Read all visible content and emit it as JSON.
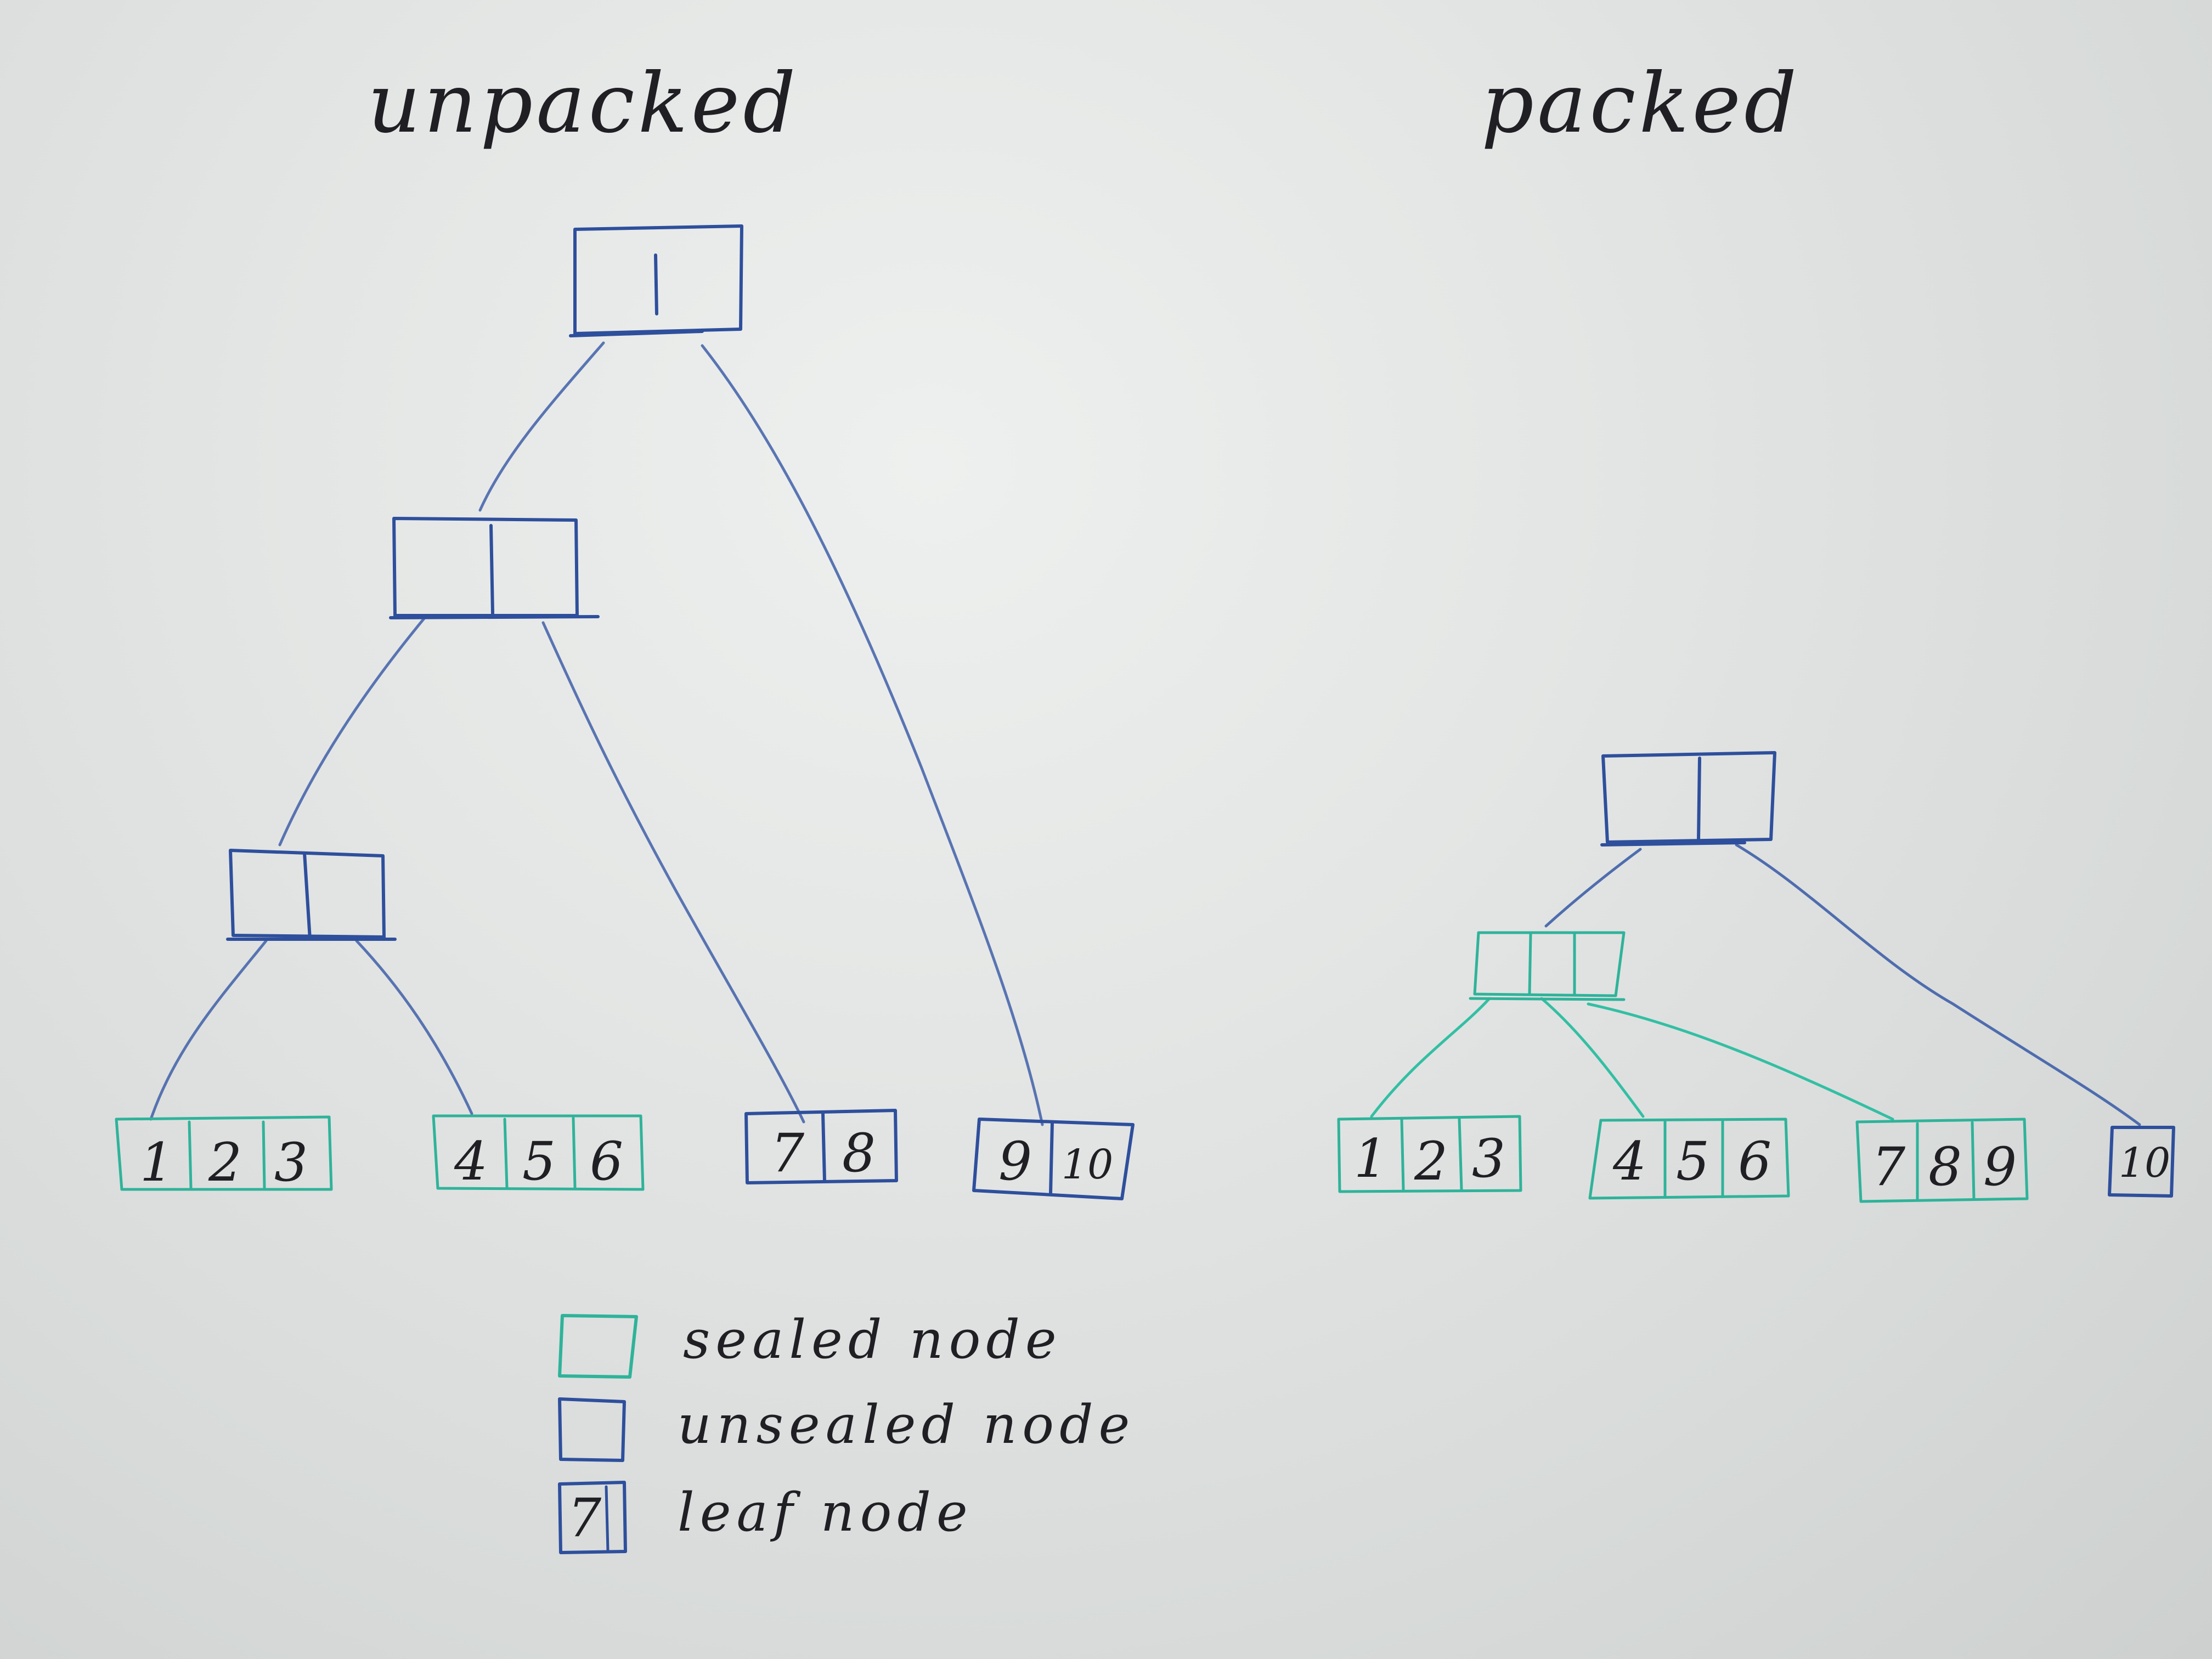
{
  "titles": {
    "left": "unpacked",
    "right": "packed"
  },
  "colors": {
    "sealed": "#2fb39a",
    "unsealed": "#2e4f9c",
    "edge_unsealed": "#3f5fa8",
    "edge_sealed": "#33bfa3",
    "ink": "#1f1f24"
  },
  "unpacked": {
    "leaves": [
      {
        "values": [
          "1",
          "2",
          "3"
        ],
        "type": "sealed"
      },
      {
        "values": [
          "4",
          "5",
          "6"
        ],
        "type": "sealed"
      },
      {
        "values": [
          "7",
          "8"
        ],
        "type": "unsealed"
      },
      {
        "values": [
          "9",
          "10"
        ],
        "type": "unsealed"
      }
    ]
  },
  "packed": {
    "leaves": [
      {
        "values": [
          "1",
          "2",
          "3"
        ],
        "type": "sealed"
      },
      {
        "values": [
          "4",
          "5",
          "6"
        ],
        "type": "sealed"
      },
      {
        "values": [
          "7",
          "8",
          "9"
        ],
        "type": "sealed"
      },
      {
        "values": [
          "10"
        ],
        "type": "unsealed"
      }
    ]
  },
  "legend": {
    "sealed_label": "sealed node",
    "unsealed_label": "unsealed node",
    "leaf_label": "leaf node",
    "leaf_sample": "7"
  }
}
